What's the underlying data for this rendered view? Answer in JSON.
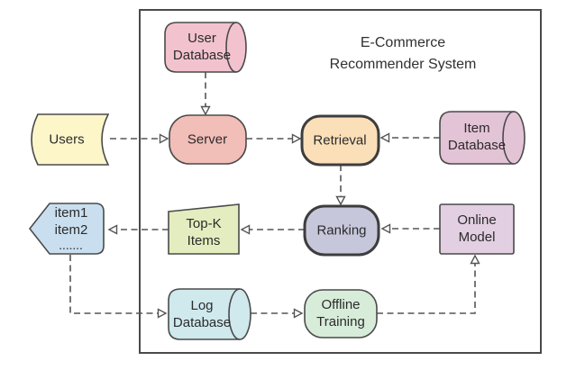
{
  "diagram": {
    "title": "E-Commerce\nRecommender System",
    "colors": {
      "frame_border": "#4a4a4a",
      "connector": "#555555",
      "text": "#2b2b2b",
      "arrowhead_fill": "#ffffff"
    },
    "nodes": {
      "user_db": {
        "label": "User\nDatabase",
        "shape": "cylinder",
        "color": "#f2c3cf"
      },
      "users": {
        "label": "Users",
        "shape": "stored-data",
        "color": "#fcf6c9"
      },
      "server": {
        "label": "Server",
        "shape": "rounded-rect",
        "color": "#f2beb8"
      },
      "retrieval": {
        "label": "Retrieval",
        "shape": "rounded-rect-bold",
        "color": "#fbdfb9"
      },
      "item_db": {
        "label": "Item\nDatabase",
        "shape": "cylinder",
        "color": "#e3c3d6"
      },
      "item_list": {
        "label": "item1\nitem2",
        "dots": ".......",
        "shape": "pointed-pentagon",
        "color": "#c9dff0"
      },
      "topk": {
        "label": "Top-K\nItems",
        "shape": "slant-top-quad",
        "color": "#e4edbf"
      },
      "ranking": {
        "label": "Ranking",
        "shape": "rounded-rect-bold",
        "color": "#c7c7dc"
      },
      "online_model": {
        "label": "Online\nModel",
        "shape": "rect",
        "color": "#e2cfe2"
      },
      "log_db": {
        "label": "Log\nDatabase",
        "shape": "cylinder",
        "color": "#cfe9ed"
      },
      "offline": {
        "label": "Offline\nTraining",
        "shape": "rounded-rect",
        "color": "#d7ecd9"
      }
    },
    "edges": [
      {
        "from": "user_db",
        "to": "server"
      },
      {
        "from": "users",
        "to": "server"
      },
      {
        "from": "server",
        "to": "retrieval"
      },
      {
        "from": "item_db",
        "to": "retrieval"
      },
      {
        "from": "retrieval",
        "to": "ranking"
      },
      {
        "from": "online_model",
        "to": "ranking"
      },
      {
        "from": "ranking",
        "to": "topk"
      },
      {
        "from": "topk",
        "to": "item_list"
      },
      {
        "from": "item_list",
        "to": "log_db"
      },
      {
        "from": "log_db",
        "to": "offline"
      },
      {
        "from": "offline",
        "to": "online_model"
      }
    ]
  }
}
